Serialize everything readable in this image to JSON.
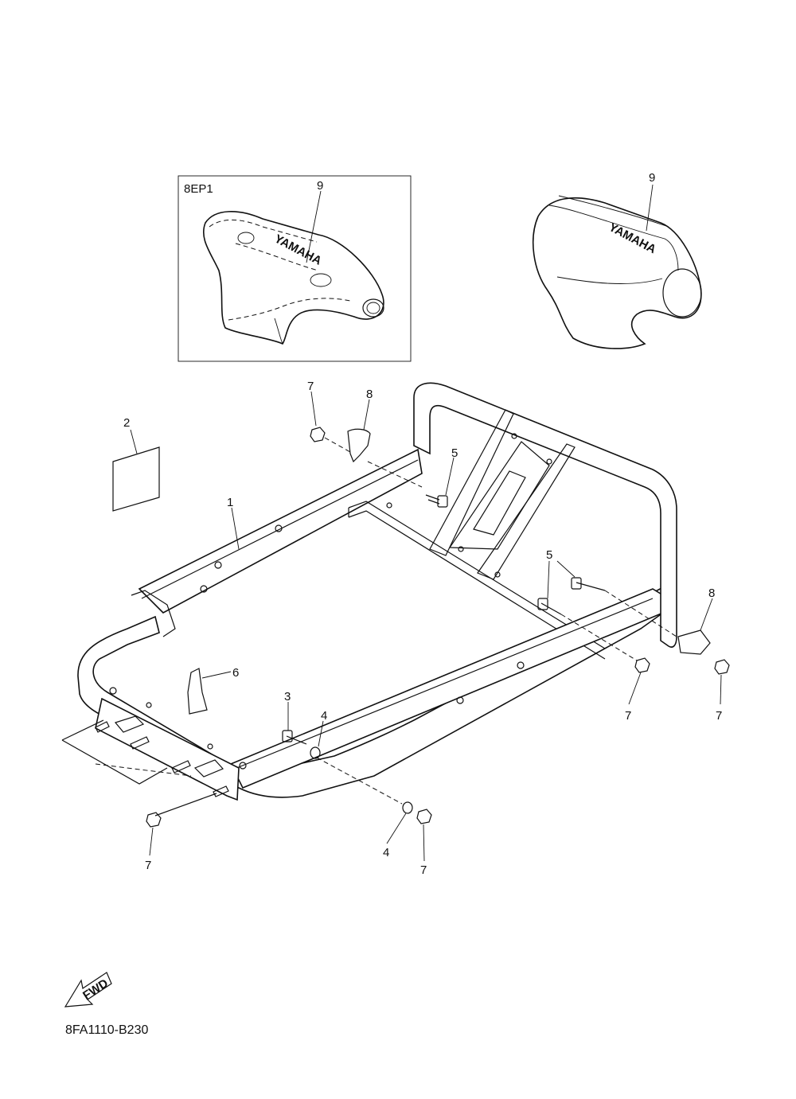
{
  "inset": {
    "label": "8EP1"
  },
  "callouts": {
    "c1": "1",
    "c2": "2",
    "c3": "3",
    "c4a": "4",
    "c4b": "4",
    "c5a": "5",
    "c5b": "5",
    "c6": "6",
    "c7a": "7",
    "c7b": "7",
    "c7c": "7",
    "c7d": "7",
    "c7e": "7",
    "c8a": "8",
    "c8b": "8",
    "c9a": "9",
    "c9b": "9"
  },
  "logo_text": "YAMAHA",
  "fwd_text": "FWD",
  "diagram_code": "8FA1110-B230"
}
